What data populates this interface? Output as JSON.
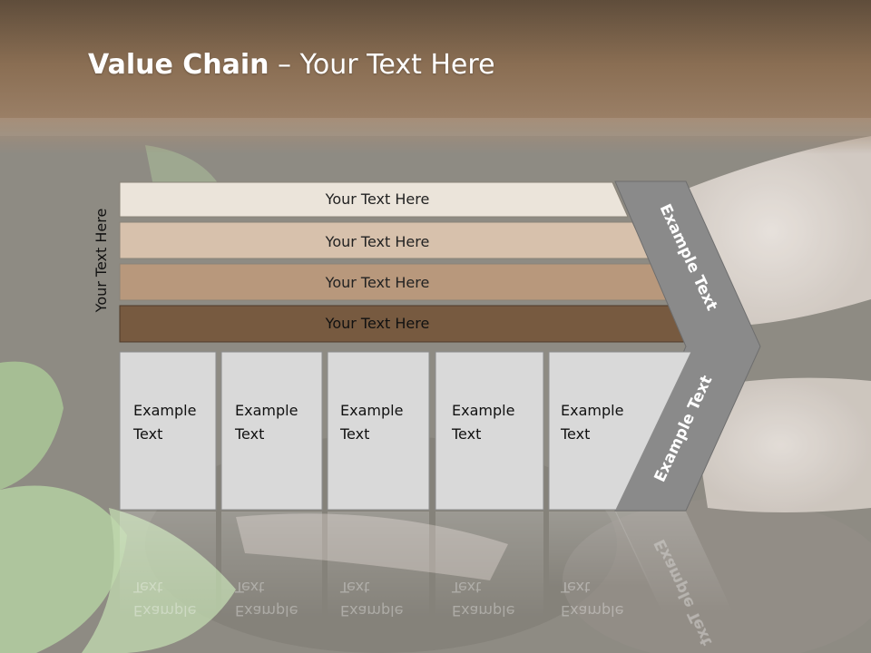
{
  "title": {
    "bold": "Value Chain",
    "rest": " – Your Text Here"
  },
  "side_label": "Your Text Here",
  "bars": [
    {
      "label": "Your Text Here",
      "color": "#ebe4da"
    },
    {
      "label": "Your Text Here",
      "color": "#d7c1ac"
    },
    {
      "label": "Your Text Here",
      "color": "#b8987c"
    },
    {
      "label": "Your Text Here",
      "color": "#775a40"
    }
  ],
  "columns": [
    {
      "line1": "Example",
      "line2": "Text"
    },
    {
      "line1": "Example",
      "line2": "Text"
    },
    {
      "line1": "Example",
      "line2": "Text"
    },
    {
      "line1": "Example",
      "line2": "Text"
    },
    {
      "line1": "Example",
      "line2": "Text"
    }
  ],
  "chevron": {
    "upper": "Example Text",
    "lower": "Example Text"
  },
  "colors": {
    "header": "#7b6550",
    "column_fill": "#d9d9d9",
    "chevron_fill": "#8a8a8a"
  }
}
